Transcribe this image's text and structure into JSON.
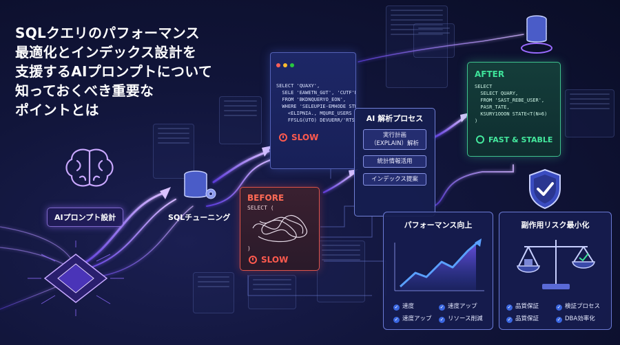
{
  "headline": {
    "line1": "SQLクエリのパフォーマンス",
    "line2": "最適化とインデックス設計を",
    "line3": "支援するAIプロンプトについて",
    "line4": "知っておくべき重要な",
    "line5": "ポイントとは"
  },
  "labels": {
    "ai_prompt_design": "AIプロンプト設計",
    "sql_tuning": "SQLチューニング"
  },
  "slow_query": {
    "code": "SELECT 'QUAXY',\n  SELE 'EAWETN_GUT', 'CUTF'NOWKER',\n  FROM 'BKDNQUERYO_EON',\n  WHERE 'SELEUPIE-EMHODE STWSY'\n    <ELIPNIA., MQURE_USERS\n    FFSLG(UTO) DEVUERR/'RTSS')",
    "status": "SLOW"
  },
  "ai_process": {
    "title": "AI 解析プロセス",
    "steps": [
      "実行計画\n（EXPLAIN）解析",
      "統計情報活用",
      "インデックス提案"
    ]
  },
  "after": {
    "title": "AFTER",
    "code": "SELECT\n  SELECT QUARY,\n  FROM 'SAST_REBE_USER',\n  PASR_TATE,\n  KSURY1OOON STATE<T(N=6)\n)",
    "status": "FAST & STABLE"
  },
  "before": {
    "title": "BEFORE",
    "code_open": "SELECT (",
    "code_close": ")",
    "status": "SLOW"
  },
  "performance_panel": {
    "title": "パフォーマンス向上",
    "checks": [
      "速度",
      "速度アップ",
      "速度アップ",
      "リソース削減"
    ]
  },
  "risk_panel": {
    "title": "副作用リスク最小化",
    "checks": [
      "品質保証",
      "検証プロセス",
      "品質保証",
      "DBA効率化"
    ]
  },
  "colors": {
    "accent_purple": "#9a6bff",
    "slow_red": "#ff5a4e",
    "fast_green": "#3ee49a",
    "check_blue": "#3a66e0"
  },
  "icons": {
    "brain": "brain-icon",
    "database": "database-icon",
    "shield": "shield-check-icon",
    "scale": "balance-scale-icon",
    "stopwatch": "stopwatch-icon"
  }
}
